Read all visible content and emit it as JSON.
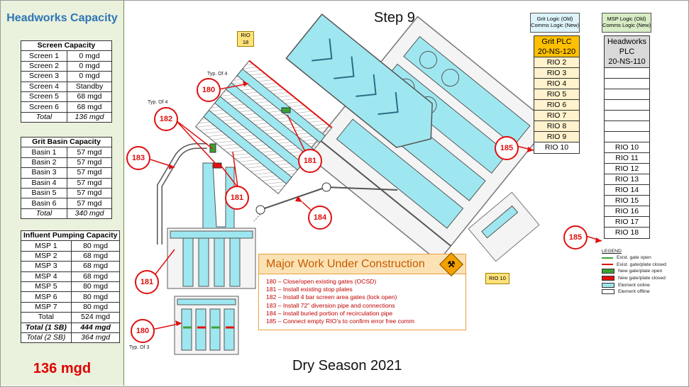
{
  "left_panel": {
    "title": "Headworks Capacity",
    "screen": {
      "header": "Screen Capacity",
      "rows": [
        {
          "name": "Screen 1",
          "value": "0 mgd"
        },
        {
          "name": "Screen 2",
          "value": "0 mgd"
        },
        {
          "name": "Screen 3",
          "value": "0 mgd"
        },
        {
          "name": "Screen 4",
          "value": "Standby"
        },
        {
          "name": "Screen 5",
          "value": "68 mgd"
        },
        {
          "name": "Screen 6",
          "value": "68 mgd"
        }
      ],
      "total": {
        "name": "Total",
        "value": "136 mgd"
      }
    },
    "grit": {
      "header": "Grit Basin Capacity",
      "rows": [
        {
          "name": "Basin 1",
          "value": "57 mgd"
        },
        {
          "name": "Basin 2",
          "value": "57 mgd"
        },
        {
          "name": "Basin 3",
          "value": "57 mgd"
        },
        {
          "name": "Basin 4",
          "value": "57 mgd"
        },
        {
          "name": "Basin 5",
          "value": "57 mgd"
        },
        {
          "name": "Basin 6",
          "value": "57 mgd"
        }
      ],
      "total": {
        "name": "Total",
        "value": "340 mgd"
      }
    },
    "pumping": {
      "header": "Influent Pumping Capacity",
      "rows": [
        {
          "name": "MSP 1",
          "value": "80 mgd"
        },
        {
          "name": "MSP 2",
          "value": "68 mgd"
        },
        {
          "name": "MSP 3",
          "value": "68 mgd"
        },
        {
          "name": "MSP 4",
          "value": "68 mgd"
        },
        {
          "name": "MSP 5",
          "value": "80 mgd"
        },
        {
          "name": "MSP 6",
          "value": "80 mgd"
        },
        {
          "name": "MSP 7",
          "value": "80 mgd"
        },
        {
          "name": "Total",
          "value": "524 mgd"
        }
      ],
      "total_1sb": {
        "name": "Total (1 SB)",
        "value": "444 mgd"
      },
      "total_2sb": {
        "name": "Total (2 SB)",
        "value": "364 mgd"
      }
    },
    "summary": "136 mgd"
  },
  "diagram": {
    "step_title": "Step 9",
    "season_title": "Dry Season 2021",
    "grit_plc": {
      "header": "Grit Logic (Old)\nComms Logic (New)",
      "title": "Grit PLC\n20-NS-120",
      "rios": [
        "RIO 2",
        "RIO 3",
        "RIO 4",
        "RIO 5",
        "RIO 6",
        "RIO 7",
        "RIO 8",
        "RIO 9",
        "RIO 10"
      ]
    },
    "headworks_plc": {
      "header": "MSP Logic (Old)\nComms Logic (New)",
      "title": "Headworks\nPLC\n20-NS-110",
      "blank_rows": 7,
      "rios": [
        "RIO 10",
        "RIO 11",
        "RIO 12",
        "RIO 13",
        "RIO 14",
        "RIO 15",
        "RIO 16",
        "RIO 17",
        "RIO 18"
      ]
    },
    "rio_tags": {
      "rio18": "RIO 18",
      "rio10": "RIO 10"
    },
    "typ_labels": {
      "typ4_a": "Typ. Of 4",
      "typ4_b": "Typ. Of 4",
      "typ3": "Typ. Of 3"
    },
    "callouts": {
      "c180_top": "180",
      "c182": "182",
      "c183": "183",
      "c181_right": "181",
      "c181_mid": "181",
      "c184": "184",
      "c181_left": "181",
      "c180_bottom": "180",
      "c185_mid": "185",
      "c185_right": "185"
    },
    "major_work": {
      "title": "Major Work Under Construction",
      "items": [
        "180 – Close/open existing gates (OCSD)",
        "181 – Install existing stop plates",
        "182 – Install 4 bar screen area gates (lock open)",
        "183 – Install 72\" diversion pipe and connections",
        "184 – Install buried portion of recirculation pipe",
        "185 – Connect empty RIO’s to confirm error free comm"
      ]
    },
    "legend": {
      "title": "LEGEND",
      "items": [
        {
          "label": "Exist. gate open",
          "color": "#3aa335",
          "kind": "line"
        },
        {
          "label": "Exist. gate/plate closed",
          "color": "#e01010",
          "kind": "line"
        },
        {
          "label": "New gate/plate open",
          "color": "#3aa335",
          "kind": "box"
        },
        {
          "label": "New gate/plate closed",
          "color": "#e01010",
          "kind": "box"
        },
        {
          "label": "Element online",
          "color": "#9fe7f0",
          "kind": "box"
        },
        {
          "label": "Element offline",
          "color": "#ffffff",
          "kind": "box"
        }
      ]
    }
  },
  "colors": {
    "online": "#9fe7f0",
    "callout": "#e01010",
    "plc_yellow": "#fff2cc",
    "plc_grey": "#d9d9d9"
  }
}
